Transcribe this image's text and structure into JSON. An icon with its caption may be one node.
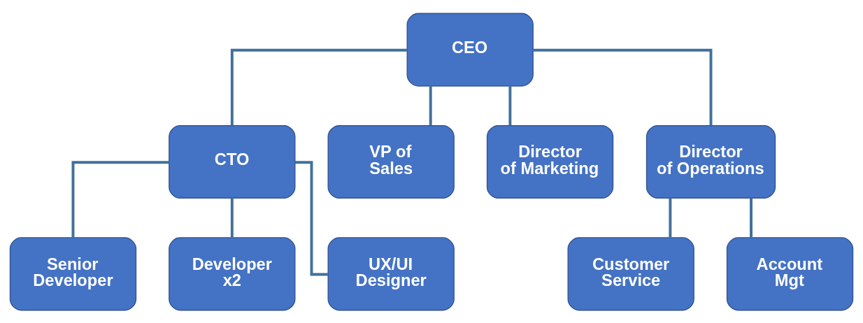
{
  "diagram": {
    "nodes": [
      {
        "text": [
          "CEO"
        ]
      },
      {
        "text": [
          "CTO"
        ]
      },
      {
        "text": [
          "VP of Sales"
        ]
      },
      {
        "text": [
          "Director of Marketing"
        ]
      },
      {
        "text": [
          "Director of Operations"
        ]
      },
      {
        "text": [
          "Senior Developer"
        ]
      },
      {
        "text": [
          "Developer x2"
        ]
      },
      {
        "text": [
          "UX/UI Designer"
        ]
      },
      {
        "text": [
          "Customer Service"
        ]
      },
      {
        "text": [
          "Account Mgt"
        ]
      }
    ],
    "edges": [
      {
        "from": 0,
        "to": 1,
        "arrow": "none"
      },
      {
        "from": 0,
        "to": 2,
        "arrow": "none"
      },
      {
        "from": 0,
        "to": 3,
        "arrow": "none"
      },
      {
        "from": 0,
        "to": 4,
        "arrow": "none"
      },
      {
        "from": 1,
        "to": 5,
        "arrow": "none"
      },
      {
        "from": 1,
        "to": 6,
        "arrow": "none"
      },
      {
        "from": 1,
        "to": 7,
        "arrow": "none"
      },
      {
        "from": 4,
        "to": 8,
        "arrow": "none"
      },
      {
        "from": 4,
        "to": 9,
        "arrow": "none"
      }
    ]
  }
}
